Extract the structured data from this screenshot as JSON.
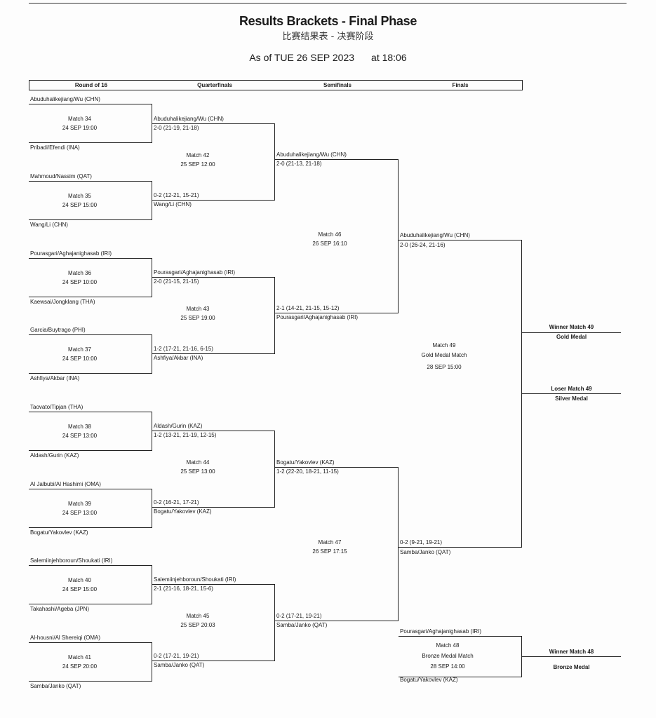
{
  "header": {
    "title": "Results Brackets - Final Phase",
    "subtitle": "比赛结果表 - 决赛阶段",
    "as_of": "As of TUE 26 SEP 2023",
    "time": "at 18:06"
  },
  "rounds": [
    "Round of 16",
    "Quarterfinals",
    "Semifinals",
    "Finals"
  ],
  "r16": [
    {
      "top": "Abuduhalikejiang/Wu (CHN)",
      "match": "Match 34",
      "when": "24 SEP 19:00",
      "bottom": "Pribadi/Efendi (INA)"
    },
    {
      "top": "Mahmoud/Nassim (QAT)",
      "match": "Match 35",
      "when": "24 SEP 15:00",
      "bottom": "Wang/Li (CHN)"
    },
    {
      "top": "Pourasgari/Aghajanighasab (IRI)",
      "match": "Match 36",
      "when": "24 SEP 10:00",
      "bottom": "Kaewsai/Jongklang (THA)"
    },
    {
      "top": "Garcia/Buytrago (PHI)",
      "match": "Match 37",
      "when": "24 SEP 10:00",
      "bottom": "Ashfiya/Akbar (INA)"
    },
    {
      "top": "Taovato/Tipjan (THA)",
      "match": "Match 38",
      "when": "24 SEP 13:00",
      "bottom": "Aldash/Gurin (KAZ)"
    },
    {
      "top": "Al Jalbubi/Al Hashimi (OMA)",
      "match": "Match 39",
      "when": "24 SEP 13:00",
      "bottom": "Bogatu/Yakovlev (KAZ)"
    },
    {
      "top": "Salemiinjehboroun/Shoukati (IRI)",
      "match": "Match 40",
      "when": "24 SEP 15:00",
      "bottom": "Takahashi/Ageba (JPN)"
    },
    {
      "top": "Al-housni/Al Shereiqi (OMA)",
      "match": "Match 41",
      "when": "24 SEP 20:00",
      "bottom": "Samba/Janko (QAT)"
    }
  ],
  "qf": [
    {
      "top_name": "Abuduhalikejiang/Wu (CHN)",
      "top_score": "2-0 (21-19, 21-18)",
      "match": "Match 42",
      "when": "25 SEP 12:00",
      "bottom_score": "0-2 (12-21, 15-21)",
      "bottom_name": "Wang/Li (CHN)"
    },
    {
      "top_name": "Pourasgari/Aghajanighasab (IRI)",
      "top_score": "2-0 (21-15, 21-15)",
      "match": "Match 43",
      "when": "25 SEP 19:00",
      "bottom_score": "1-2 (17-21, 21-16, 6-15)",
      "bottom_name": "Ashfiya/Akbar (INA)"
    },
    {
      "top_name": "Aldash/Gurin (KAZ)",
      "top_score": "1-2 (13-21, 21-19, 12-15)",
      "match": "Match 44",
      "when": "25 SEP 13:00",
      "bottom_score": "0-2 (16-21, 17-21)",
      "bottom_name": "Bogatu/Yakovlev (KAZ)"
    },
    {
      "top_name": "Salemiinjehboroun/Shoukati (IRI)",
      "top_score": "2-1 (21-16, 18-21, 15-6)",
      "match": "Match 45",
      "when": "25 SEP 20:03",
      "bottom_score": "0-2 (17-21, 19-21)",
      "bottom_name": "Samba/Janko (QAT)"
    }
  ],
  "sf": [
    {
      "top_name": "Abuduhalikejiang/Wu (CHN)",
      "top_score": "2-0 (21-13, 21-18)",
      "match": "Match 46",
      "when": "26 SEP 16:10",
      "bottom_score": "2-1 (14-21, 21-15, 15-12)",
      "bottom_name": "Pourasgari/Aghajanighasab (IRI)"
    },
    {
      "top_name": "Bogatu/Yakovlev (KAZ)",
      "top_score": "1-2 (22-20, 18-21, 11-15)",
      "match": "Match 47",
      "when": "26 SEP 17:15",
      "bottom_score": "0-2 (17-21, 19-21)",
      "bottom_name": "Samba/Janko (QAT)"
    }
  ],
  "final": {
    "top_name": "Abuduhalikejiang/Wu (CHN)",
    "top_score": "2-0 (26-24, 21-16)",
    "match": "Match 49",
    "label": "Gold Medal Match",
    "when": "28 SEP 15:00",
    "bottom_score": "0-2 (9-21, 19-21)",
    "bottom_name": "Samba/Janko (QAT)"
  },
  "bronze": {
    "top_name": "Pourasgari/Aghajanighasab (IRI)",
    "match": "Match 48",
    "label": "Bronze Medal Match",
    "when": "28 SEP 14:00",
    "bottom_name": "Bogatu/Yakovlev (KAZ)"
  },
  "results": {
    "gold_winner": "Winner Match 49",
    "gold_medal": "Gold Medal",
    "silver_loser": "Loser Match 49",
    "silver_medal": "Silver Medal",
    "bronze_winner": "Winner Match 48",
    "bronze_medal": "Bronze Medal"
  }
}
